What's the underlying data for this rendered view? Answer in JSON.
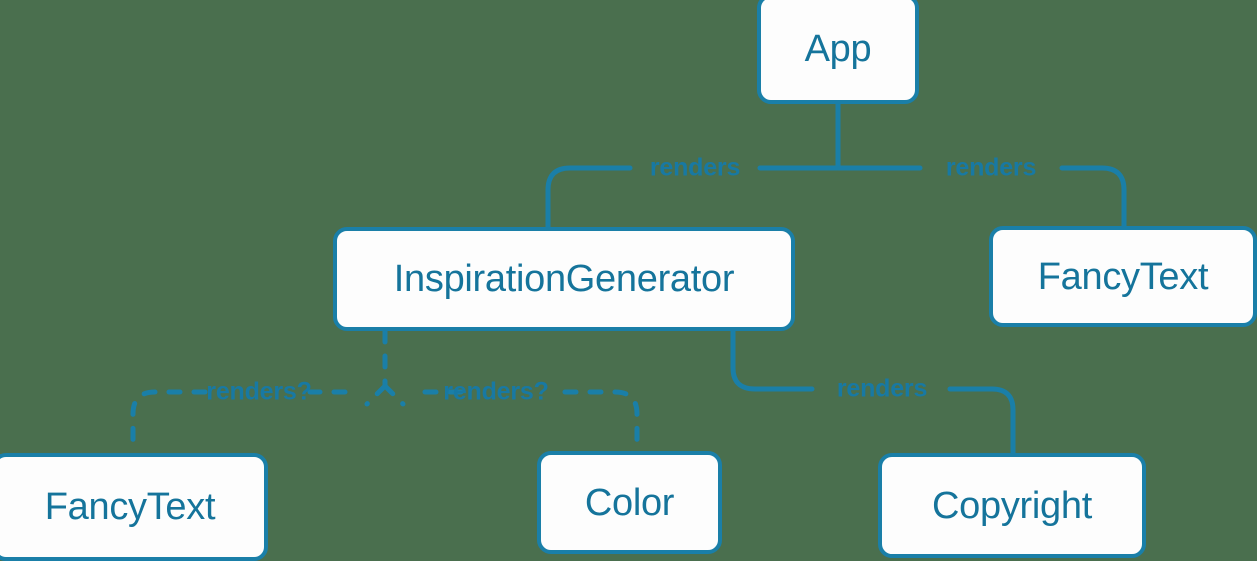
{
  "diagram": {
    "type": "component-tree",
    "background_color": "#4a6f4e",
    "node_fill": "#fdfdfd",
    "stroke_color": "#1a7fa8",
    "text_color": "#15749b",
    "nodes": [
      {
        "id": "app",
        "label": "App"
      },
      {
        "id": "inspiration_generator",
        "label": "InspirationGenerator"
      },
      {
        "id": "fancytext_right",
        "label": "FancyText"
      },
      {
        "id": "fancytext_left",
        "label": "FancyText"
      },
      {
        "id": "color",
        "label": "Color"
      },
      {
        "id": "copyright",
        "label": "Copyright"
      }
    ],
    "edges": [
      {
        "from": "app",
        "to": "inspiration_generator",
        "label": "renders",
        "style": "solid"
      },
      {
        "from": "app",
        "to": "fancytext_right",
        "label": "renders",
        "style": "solid"
      },
      {
        "from": "inspiration_generator",
        "to": "fancytext_left",
        "label": "renders?",
        "style": "dashed"
      },
      {
        "from": "inspiration_generator",
        "to": "color",
        "label": "renders?",
        "style": "dashed"
      },
      {
        "from": "inspiration_generator",
        "to": "copyright",
        "label": "renders",
        "style": "solid"
      }
    ],
    "labels": {
      "renders_left": "renders",
      "renders_right": "renders",
      "renders_q_left": "renders?",
      "renders_q_right": "renders?",
      "renders_copyright": "renders"
    }
  }
}
